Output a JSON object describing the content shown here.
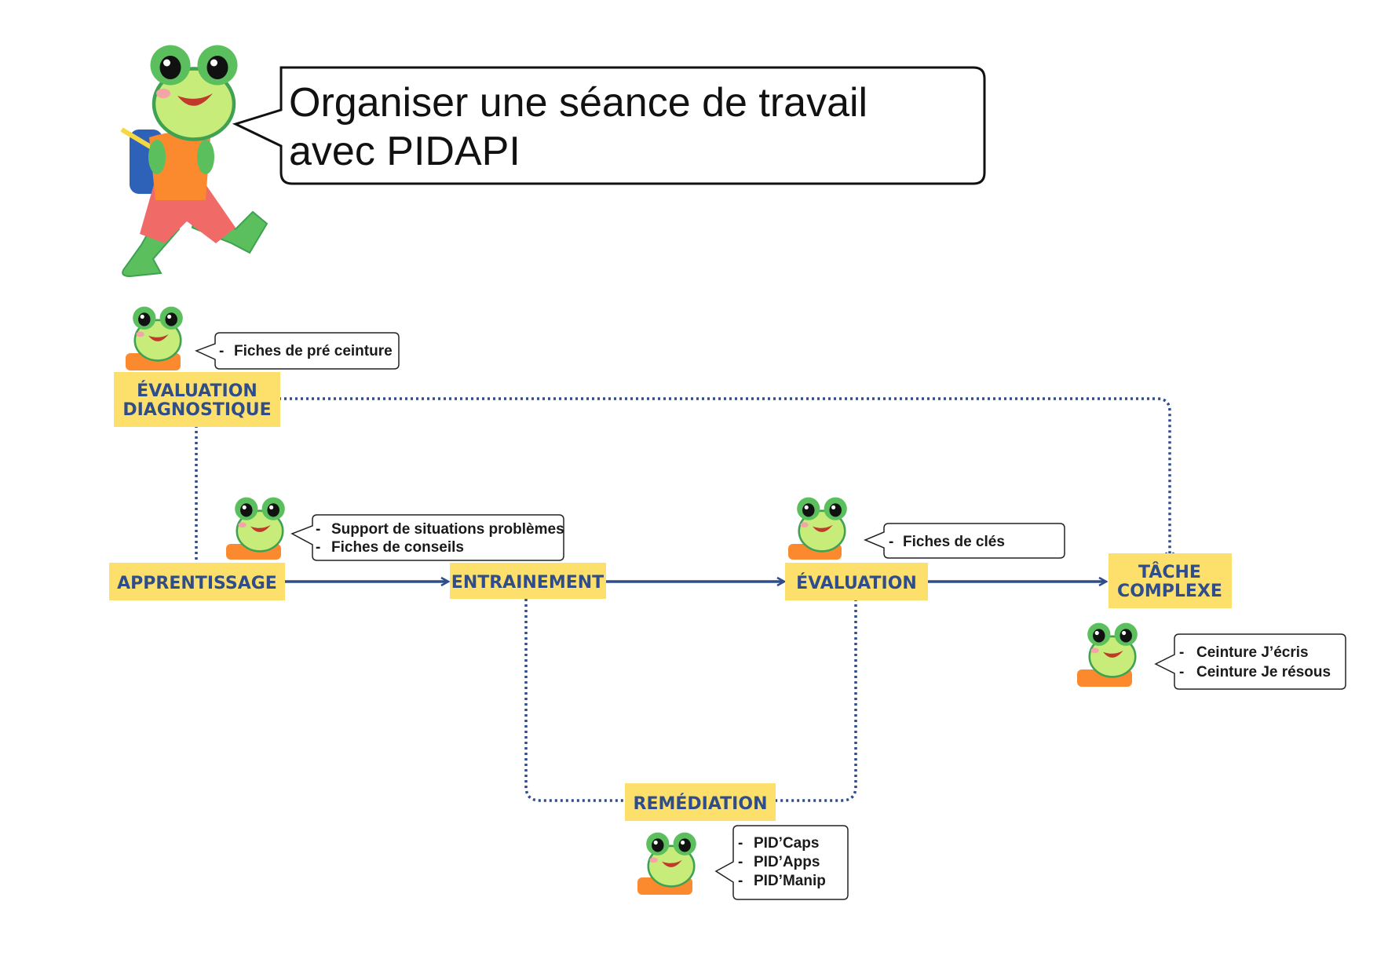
{
  "title": {
    "lines": [
      "Organiser une séance de travail",
      "avec PIDAPI"
    ]
  },
  "colors": {
    "node_fill": "#fde06b",
    "node_text": "#2f4d8a",
    "connector": "#2f4d8a",
    "frog_green": "#5cbf5e",
    "frog_light": "#c7ec7a"
  },
  "nodes": {
    "evaluation_diagnostique": [
      "ÉVALUATION",
      "DIAGNOSTIQUE"
    ],
    "apprentissage": [
      "APPRENTISSAGE"
    ],
    "entrainement": [
      "ENTRAINEMENT"
    ],
    "evaluation": [
      "ÉVALUATION"
    ],
    "tache_complexe": [
      "TÂCHE",
      "COMPLEXE"
    ],
    "remediation": [
      "REMÉDIATION"
    ]
  },
  "bubbles": {
    "diagnostique": [
      "Fiches de pré ceinture"
    ],
    "entrainement": [
      "Support de situations problèmes",
      "Fiches de conseils"
    ],
    "evaluation": [
      "Fiches de clés"
    ],
    "tache_complexe": [
      "Ceinture J’écris",
      "Ceinture Je résous"
    ],
    "remediation": [
      "PID’Caps",
      "PID’Apps",
      "PID’Manip"
    ]
  },
  "bullet": "-"
}
